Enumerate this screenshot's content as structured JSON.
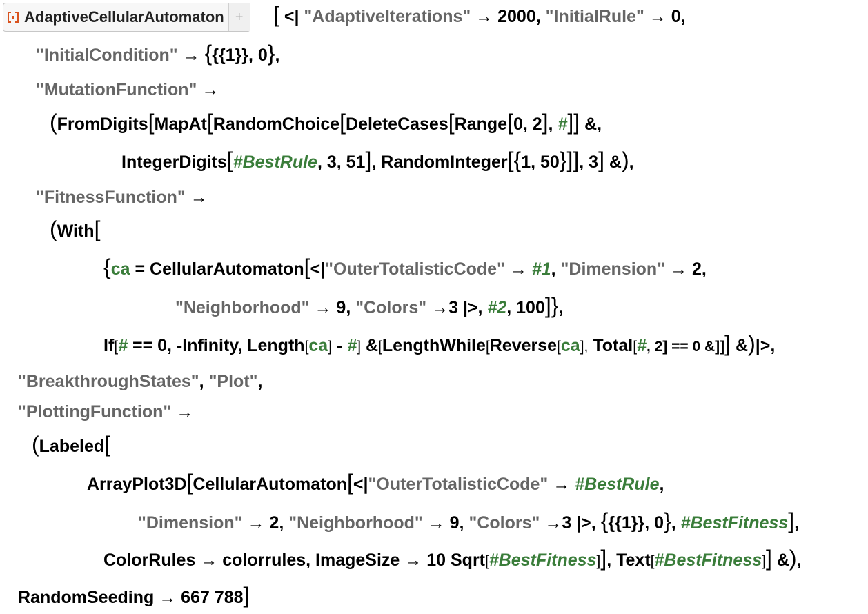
{
  "resource_function": {
    "name": "AdaptiveCellularAutomaton",
    "plus": "+"
  },
  "code": {
    "l1": {
      "b1": "[",
      "a1": "<|",
      "s1": "\"AdaptiveIterations\"",
      "ar1": "→",
      "v1": "2000,",
      "s2": "\"InitialRule\"",
      "ar2": "→",
      "v2": "0,"
    },
    "l2": {
      "s1": "\"InitialCondition\"",
      "ar1": "→",
      "b1": "{",
      "v1": "{{1}}, 0",
      "b2": "}",
      "c": ","
    },
    "l3": {
      "s1": "\"MutationFunction\"",
      "ar1": "→"
    },
    "l4": {
      "p1": "(",
      "f1": "FromDigits",
      "b1": "[",
      "f2": "MapAt",
      "b2": "[",
      "f3": "RandomChoice",
      "b3": "[",
      "f4": "DeleteCases",
      "b4": "[",
      "f5": "Range",
      "b5": "[",
      "v1": "0, 2",
      "b6": "]",
      "c1": ",",
      "slot": "#",
      "b7": "]]",
      "amp": "&,"
    },
    "l5": {
      "f1": "IntegerDigits",
      "b1": "[",
      "slot": "#BestRule",
      "v1": ", 3, 51",
      "b2": "]",
      "c1": ",",
      "f2": "RandomInteger",
      "b3": "[",
      "b4": "{",
      "v2": "1, 50",
      "b5": "}",
      "b6": "]]",
      "v3": ", 3",
      "b7": "]",
      "amp": "&",
      "p1": ")",
      "c2": ","
    },
    "l6": {
      "s1": "\"FitnessFunction\"",
      "ar1": "→"
    },
    "l7": {
      "p1": "(",
      "f1": "With",
      "b1": "["
    },
    "l8": {
      "b1": "{",
      "var": "ca",
      "eq": "=",
      "f1": "CellularAutomaton",
      "b2": "[",
      "a1": "<|",
      "s1": "\"OuterTotalisticCode\"",
      "ar1": "→",
      "slot": "#1",
      "c1": ",",
      "s2": "\"Dimension\"",
      "ar2": "→",
      "v1": "2,"
    },
    "l9": {
      "s1": "\"Neighborhood\"",
      "ar1": "→",
      "v1": "9,",
      "s2": "\"Colors\"",
      "ar2": "→",
      "v2": "3",
      "a1": "|>",
      "c1": ",",
      "slot": "#2",
      "v3": ", 100",
      "b1": "]",
      "b2": "}",
      "c2": ","
    },
    "l10": {
      "f1": "If",
      "b1": "[",
      "slot1": "#",
      "v1": "== 0, -Infinity,",
      "f2": "Length",
      "b2": "[",
      "var1": "ca",
      "b3": "]",
      "op": "-",
      "slot2": "#",
      "b4": "]",
      "amp1": "&",
      "b5": "[",
      "f3": "LengthWhile",
      "b6": "[",
      "f4": "Reverse",
      "b7": "[",
      "var2": "ca",
      "b8": "],",
      "f5": "Total",
      "b9": "[",
      "slot3": "#",
      "v2": ", 2] == 0 &]]",
      "b10": "]",
      "amp2": "&",
      "p1": ")",
      "a1": "|>",
      "c1": ","
    },
    "l11": {
      "s1": "\"BreakthroughStates\"",
      "c1": ",",
      "s2": "\"Plot\"",
      "c2": ","
    },
    "l12": {
      "s1": "\"PlottingFunction\"",
      "ar1": "→"
    },
    "l13": {
      "p1": "(",
      "f1": "Labeled",
      "b1": "["
    },
    "l14": {
      "f1": "ArrayPlot3D",
      "b1": "[",
      "f2": "CellularAutomaton",
      "b2": "[",
      "a1": "<|",
      "s1": "\"OuterTotalisticCode\"",
      "ar1": "→",
      "slot": "#BestRule",
      "c1": ","
    },
    "l15": {
      "s1": "\"Dimension\"",
      "ar1": "→",
      "v1": "2,",
      "s2": "\"Neighborhood\"",
      "ar2": "→",
      "v2": "9,",
      "s3": "\"Colors\"",
      "ar3": "→",
      "v3": "3",
      "a1": "|>",
      "c1": ",",
      "b1": "{",
      "v4": "{{1}}, 0",
      "b2": "}",
      "c2": ",",
      "slot": "#BestFitness",
      "b3": "]",
      "c3": ","
    },
    "l16": {
      "f1": "ColorRules",
      "ar1": "→",
      "v1": "colorrules,",
      "f2": "ImageSize",
      "ar2": "→",
      "v2": "10",
      "f3": "Sqrt",
      "b1": "[",
      "slot1": "#BestFitness",
      "b2": "]",
      "b3": "]",
      "c1": ",",
      "f4": "Text",
      "b4": "[",
      "slot2": "#BestFitness",
      "b5": "]",
      "b6": "]",
      "amp": "&",
      "p1": ")",
      "c2": ","
    },
    "l17": {
      "f1": "RandomSeeding",
      "ar1": "→",
      "v1": "667 788",
      "b1": "]"
    }
  },
  "colors": {
    "string": "#666666",
    "slot": "#3a7d3a",
    "icon": "#d9531e"
  }
}
